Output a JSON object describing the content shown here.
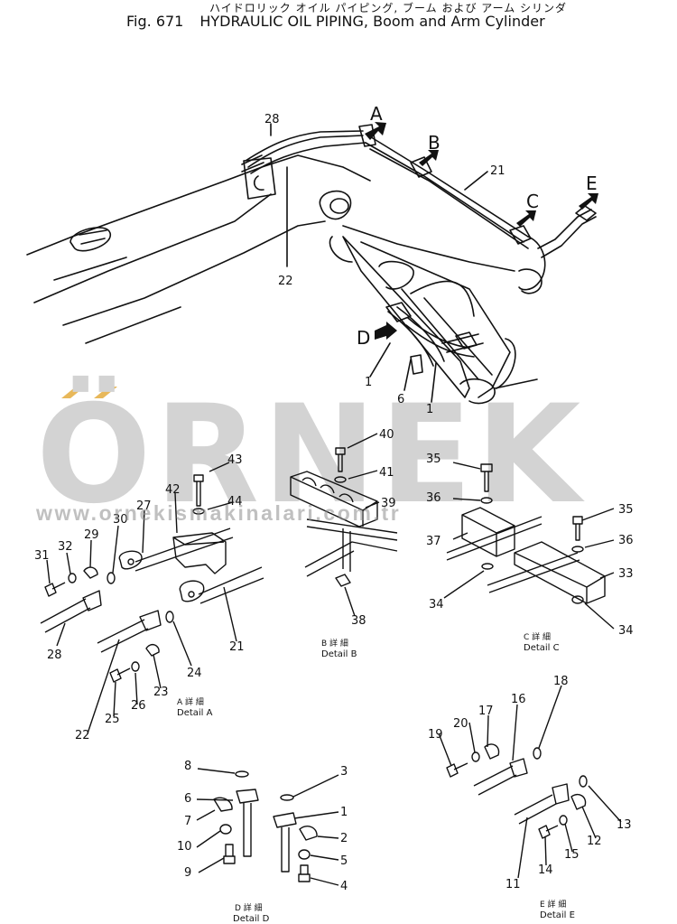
{
  "header": {
    "title_jp": "ハイドロリック オイル パイピング, ブーム および アーム シリンダ",
    "figure_number": "Fig. 671",
    "title_en": "HYDRAULIC OIL PIPING, Boom and Arm Cylinder"
  },
  "watermark": {
    "logo": "ÖRNEK",
    "url": "www.ornekismakinalari.com.tr"
  },
  "callouts": {
    "a": "A",
    "b": "B",
    "c": "C",
    "d": "D",
    "e": "E"
  },
  "main_labels": {
    "n28": "28",
    "n22": "22",
    "n21": "21",
    "n1a": "1",
    "n6": "6",
    "n1b": "1"
  },
  "details": {
    "a": {
      "caption_jp": "A 詳 細",
      "caption_en": "Detail A",
      "labels": [
        "43",
        "42",
        "44",
        "27",
        "30",
        "29",
        "32",
        "31",
        "28",
        "22",
        "25",
        "26",
        "23",
        "24",
        "21"
      ]
    },
    "b": {
      "caption_jp": "B 詳 細",
      "caption_en": "Detail B",
      "labels": [
        "40",
        "41",
        "39",
        "38"
      ]
    },
    "c": {
      "caption_jp": "C 詳 細",
      "caption_en": "Detail C",
      "labels": [
        "35",
        "36",
        "37",
        "34",
        "35",
        "36",
        "33",
        "34"
      ]
    },
    "d": {
      "caption_jp": "D 詳 細",
      "caption_en": "Detail D",
      "labels": [
        "8",
        "6",
        "7",
        "10",
        "9",
        "3",
        "1",
        "2",
        "5",
        "4"
      ]
    },
    "e": {
      "caption_jp": "E 詳 細",
      "caption_en": "Detail E",
      "labels": [
        "18",
        "16",
        "17",
        "20",
        "19",
        "13",
        "12",
        "15",
        "14",
        "11"
      ]
    }
  }
}
